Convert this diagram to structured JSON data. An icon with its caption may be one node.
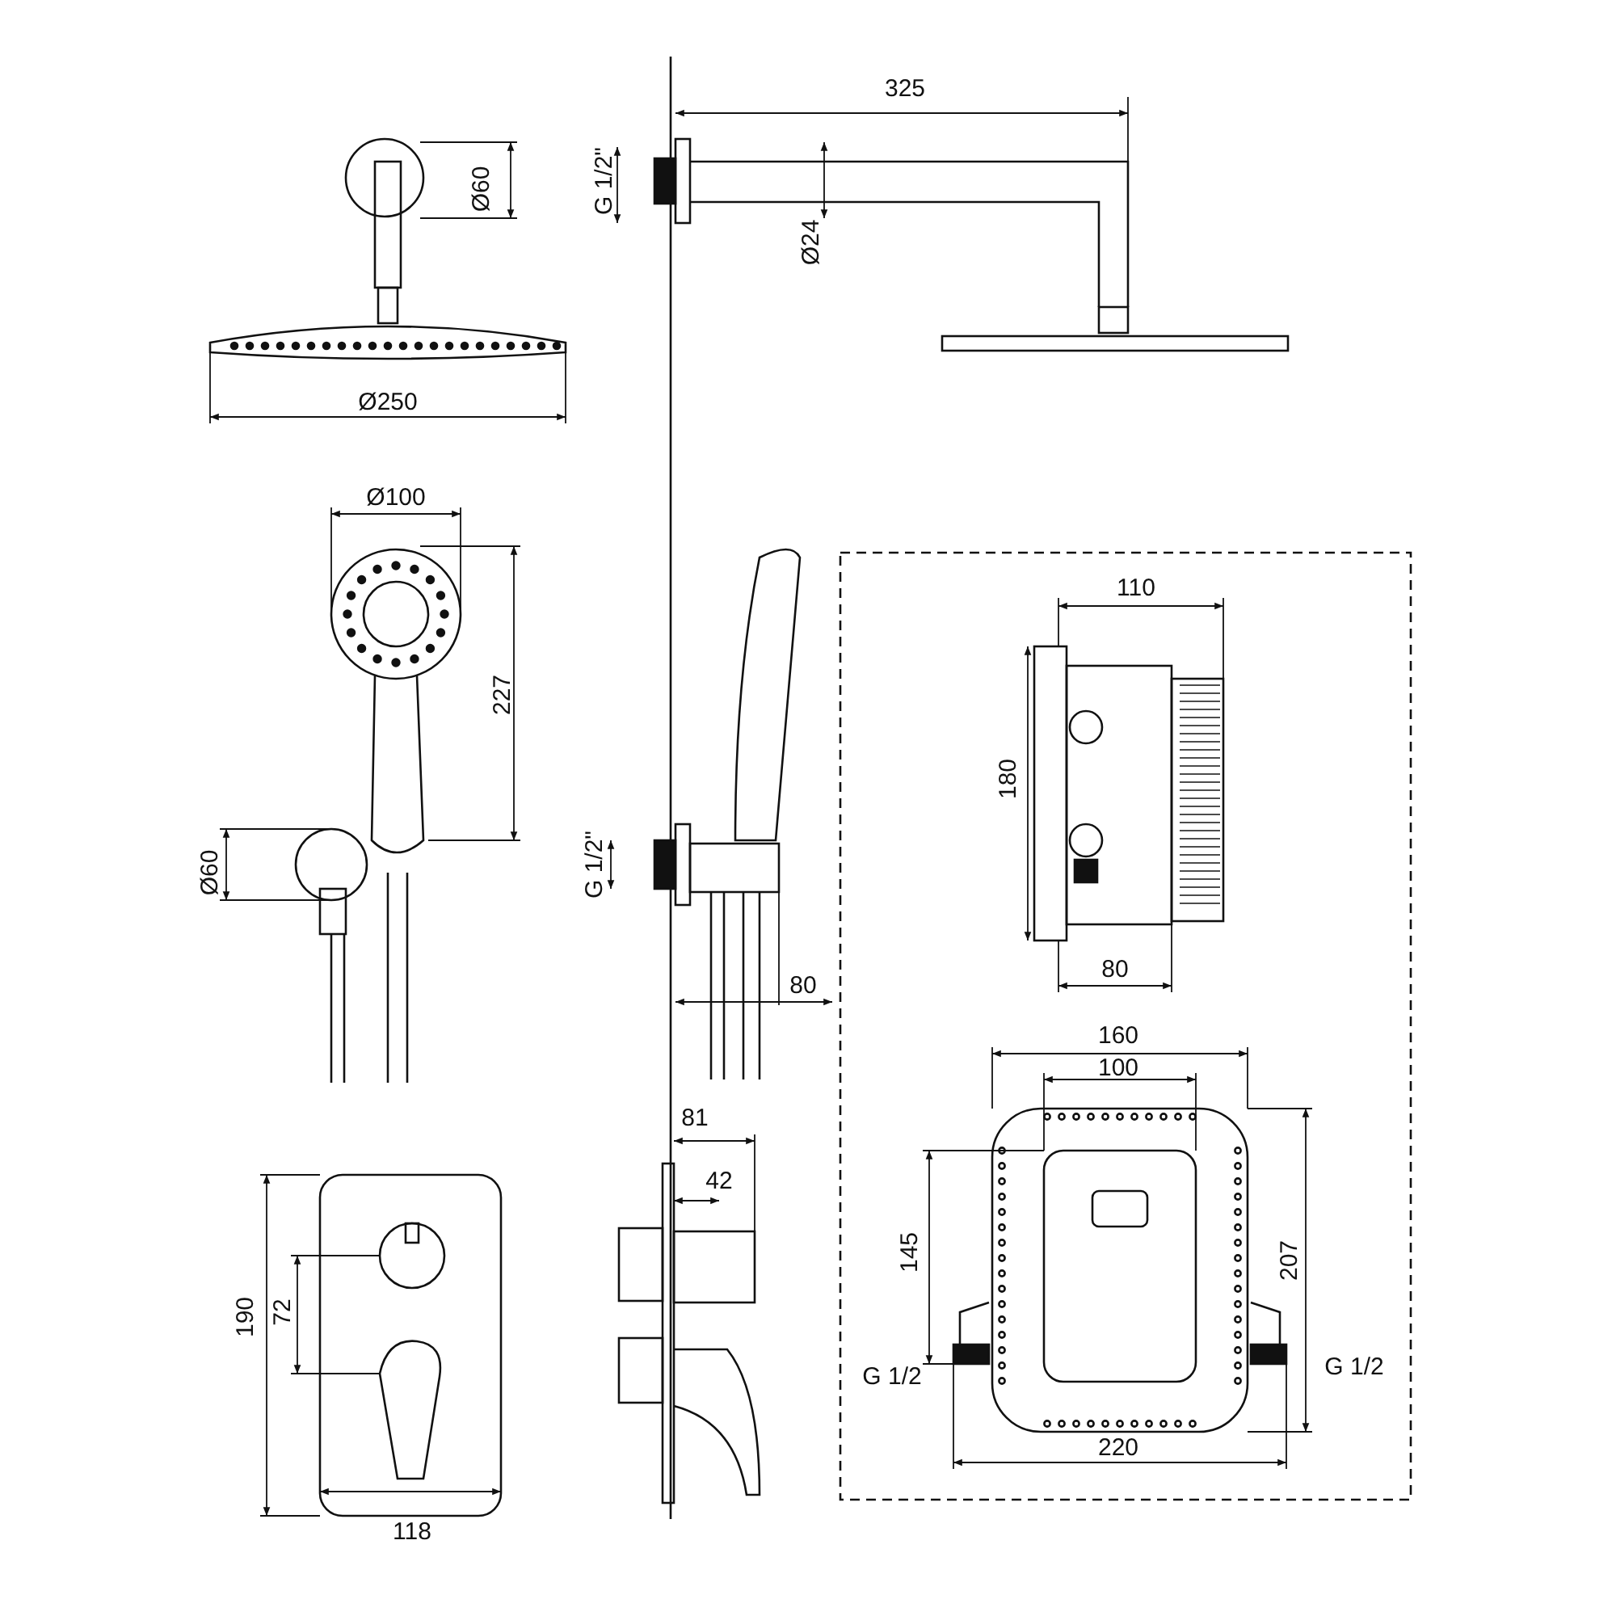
{
  "diagram": {
    "labels": [
      "325",
      "G 1/2\"",
      "Ø60",
      "Ø24",
      "Ø250",
      "Ø100",
      "110",
      "227",
      "180",
      "Ø60",
      "G 1/2\"",
      "80",
      "80",
      "160",
      "100",
      "81",
      "42",
      "145",
      "207",
      "72",
      "190",
      "G 1/2",
      "G 1/2",
      "220",
      "118"
    ]
  }
}
